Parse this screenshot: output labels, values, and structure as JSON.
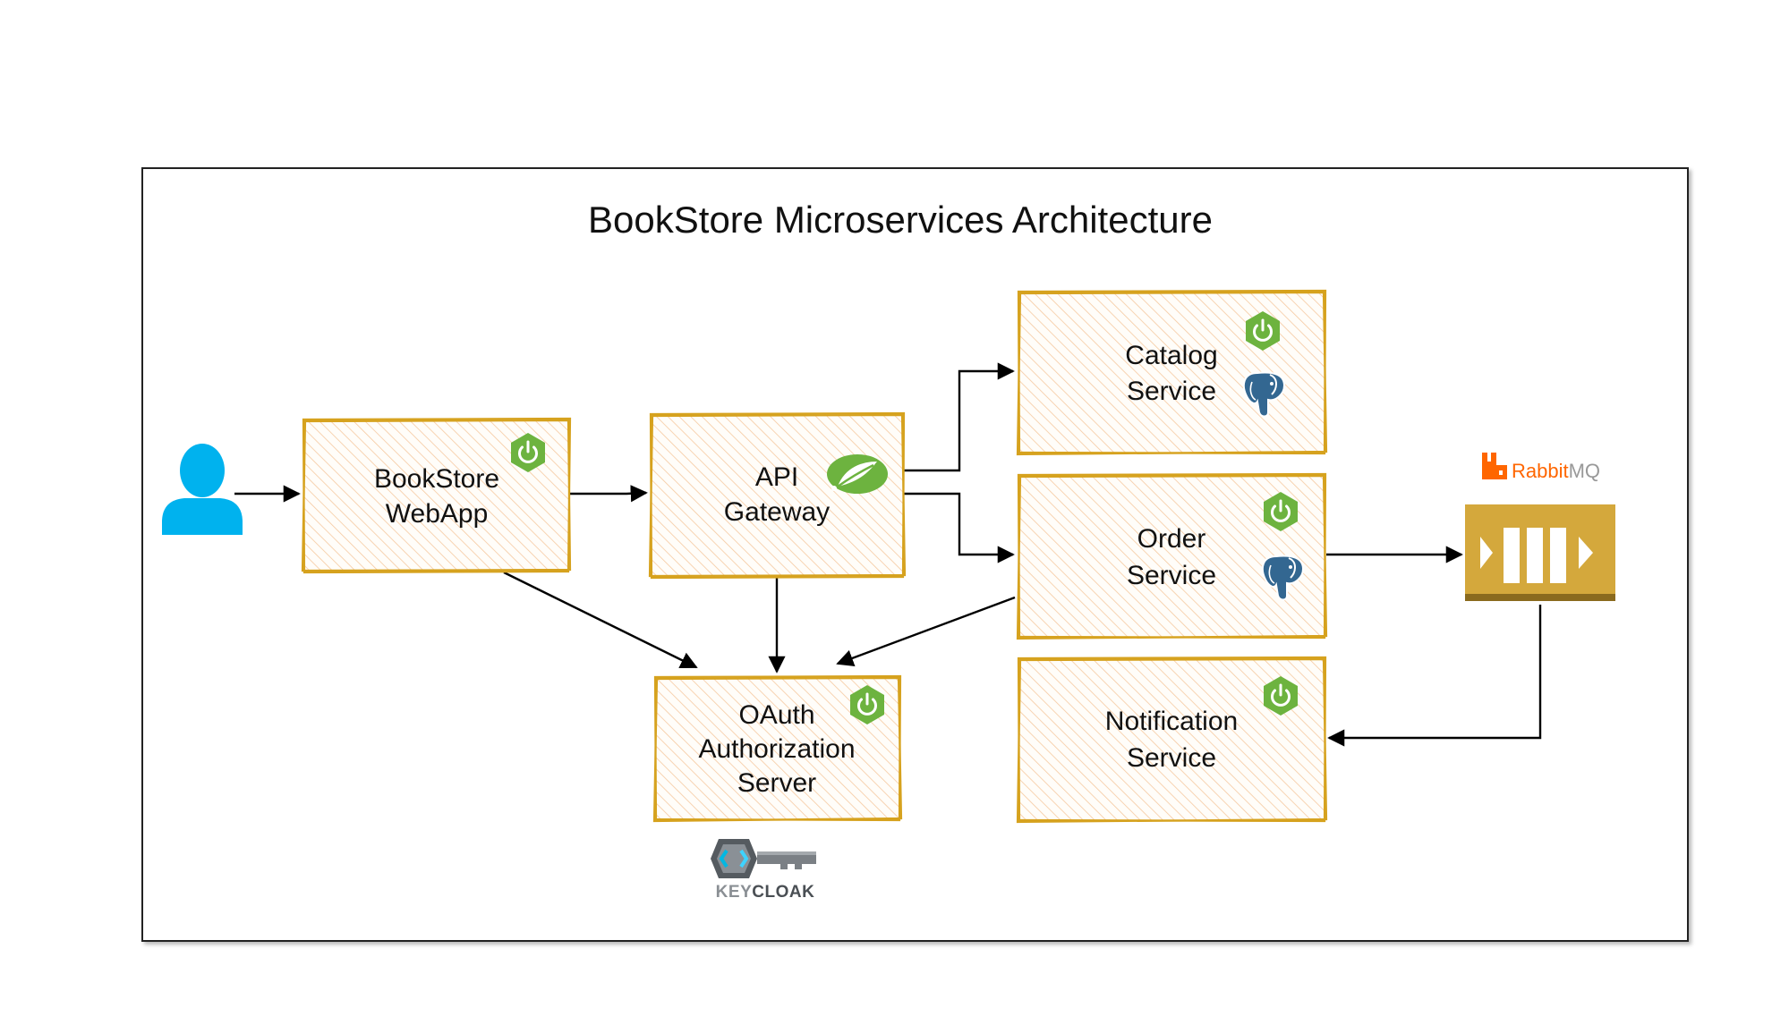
{
  "title": "BookStore Microservices Architecture",
  "nodes": {
    "webapp": {
      "line1": "BookStore",
      "line2": "WebApp"
    },
    "gateway": {
      "line1": "API",
      "line2": "Gateway"
    },
    "catalog": {
      "line1": "Catalog",
      "line2": "Service"
    },
    "order": {
      "line1": "Order",
      "line2": "Service"
    },
    "notification": {
      "line1": "Notification",
      "line2": "Service"
    },
    "oauth": {
      "line1": "OAuth",
      "line2": "Authorization",
      "line3": "Server"
    }
  },
  "logos": {
    "rabbitmq": {
      "prefix": "Rabbit",
      "suffix": "MQ"
    },
    "keycloak": {
      "prefix": "KEY",
      "suffix": "CLOAK"
    }
  },
  "icons": {
    "user": "user-icon",
    "spring_boot": "spring-boot-power-icon",
    "spring_cloud": "spring-leaf-icon",
    "postgres": "postgresql-elephant-icon",
    "queue": "message-queue-icon"
  },
  "colors": {
    "box_border": "#d6a21e",
    "box_hatch": "#f6c9a0",
    "spring_green": "#6db33f",
    "user_blue": "#00b2ee",
    "queue_gold": "#d4a83c",
    "rabbitmq_orange": "#ff6600",
    "postgres_blue": "#336791"
  }
}
